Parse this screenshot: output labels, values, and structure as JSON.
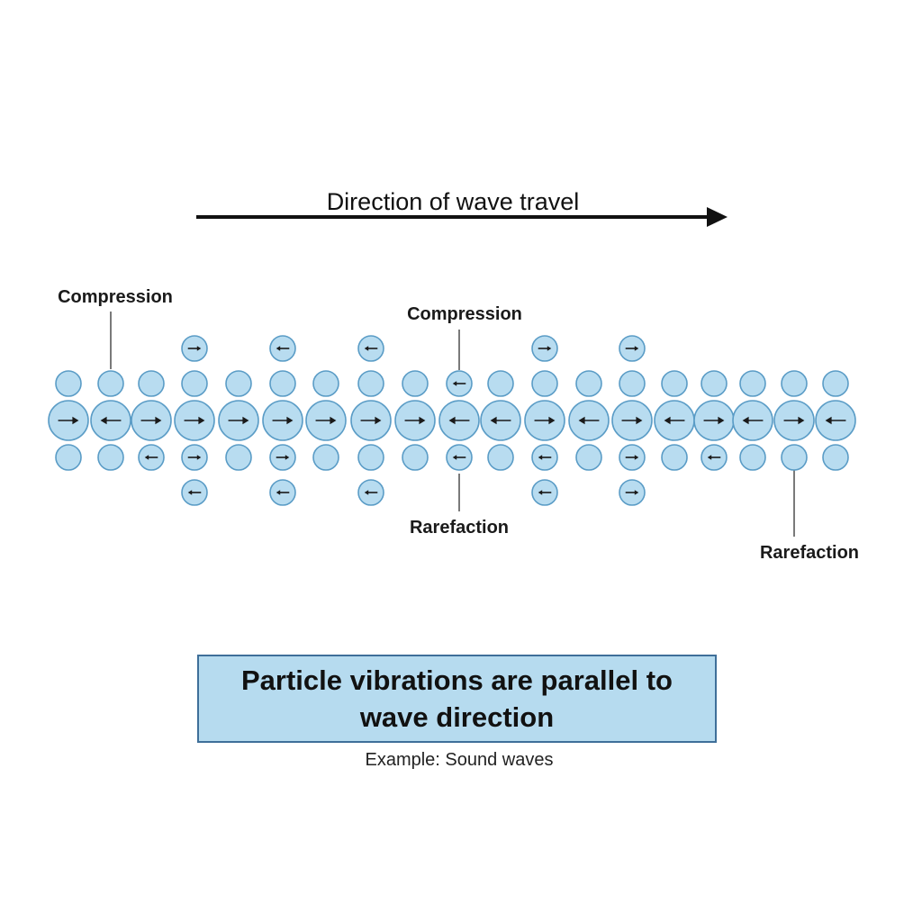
{
  "header": {
    "title": "Direction of wave travel"
  },
  "labels": {
    "compression_left": "Compression",
    "compression_center": "Compression",
    "rarefaction_center": "Rarefaction",
    "rarefaction_right": "Rarefaction"
  },
  "summary": {
    "text": "Particle vibrations are parallel to wave direction"
  },
  "example": {
    "text": "Example: Sound waves"
  },
  "colors": {
    "particle_fill": "#b8dcf0",
    "particle_stroke": "#5a9cc6",
    "box_fill": "#b6dbef",
    "box_border": "#3f6f99"
  },
  "particles": {
    "main_row_arrows": [
      "right",
      "left",
      "right",
      "right",
      "right",
      "right",
      "right",
      "right",
      "right",
      "left",
      "left",
      "right",
      "left",
      "right",
      "left",
      "right",
      "left",
      "right",
      "left"
    ],
    "top_extra_arrows": [
      "right",
      "left",
      "left",
      "right",
      "right"
    ],
    "upper_row_arrows": [
      "none",
      "none",
      "none",
      "none",
      "none",
      "none",
      "none",
      "none",
      "none",
      "left",
      "none",
      "none",
      "none",
      "none",
      "none",
      "none",
      "none",
      "none",
      "none"
    ],
    "lower_row_arrows": [
      "none",
      "none",
      "left",
      "right",
      "none",
      "right",
      "none",
      "none",
      "none",
      "left",
      "none",
      "left",
      "none",
      "right",
      "none",
      "left",
      "none",
      "none",
      "none"
    ],
    "bottom_extra_arrows": [
      "left",
      "left",
      "left",
      "left",
      "right"
    ]
  }
}
